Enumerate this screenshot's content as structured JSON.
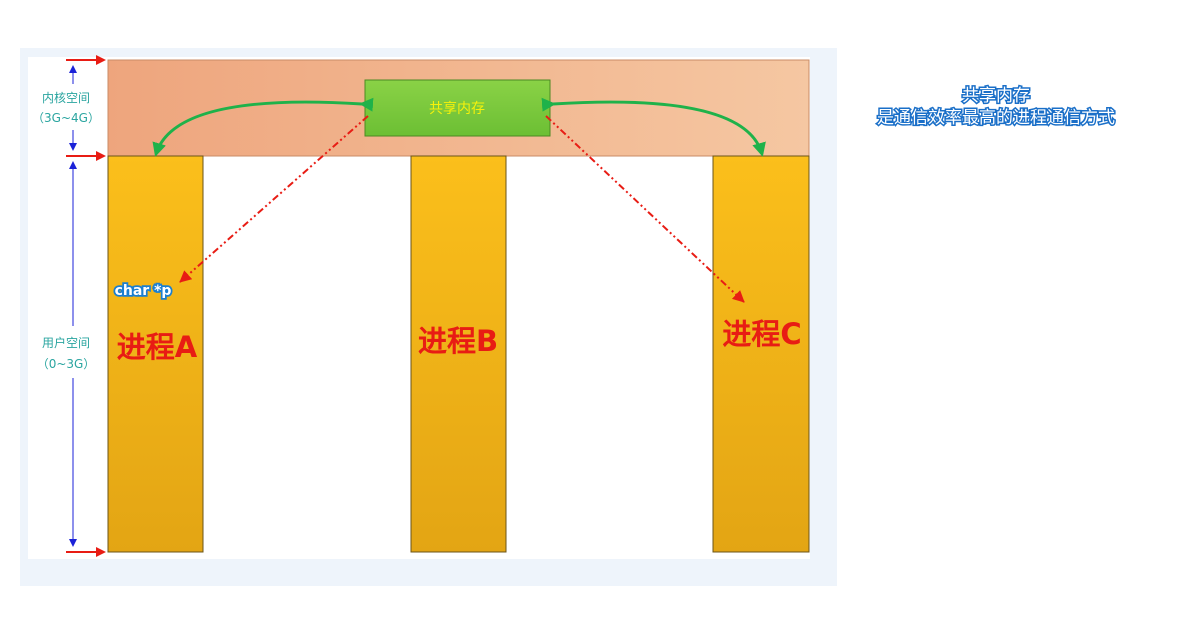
{
  "diagram": {
    "kernel_label": {
      "line1": "内核空间",
      "line2": "（3G~4G）"
    },
    "user_label": {
      "line1": "用户空间",
      "line2": "（0~3G）"
    },
    "shared_memory": "共享内存",
    "pointer_label": "char *p",
    "processes": [
      {
        "name": "进程A"
      },
      {
        "name": "进程B"
      },
      {
        "name": "进程C"
      }
    ],
    "note": {
      "line1": "共享内存",
      "line2": "是通信效率最高的进程通信方式"
    },
    "colors": {
      "kernel_band": "#f0ad85",
      "process": "#f7b81e",
      "shared_memory_box": "#7ccb3a",
      "green_arrow": "#1fb24a",
      "red_arrow": "#e81c14",
      "blue_arrow": "#1b22d8"
    }
  }
}
